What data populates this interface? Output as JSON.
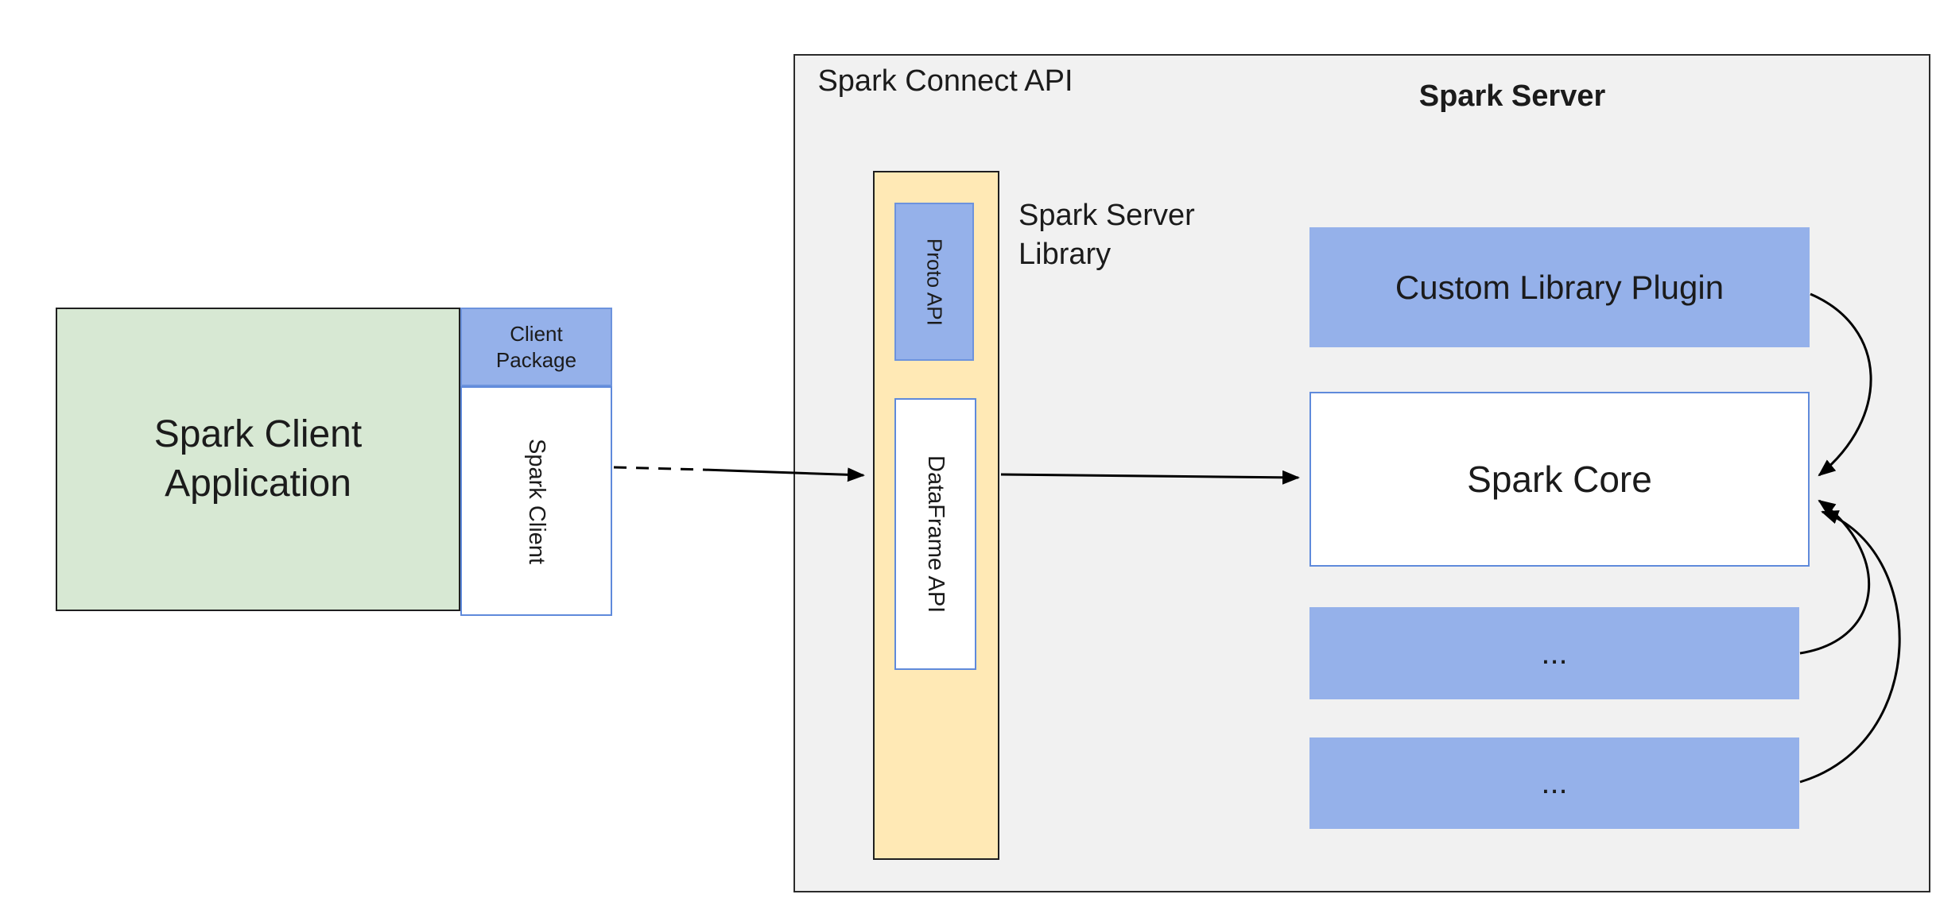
{
  "labels": {
    "client_app": "Spark Client Application",
    "client_package": "Client Package",
    "spark_client": "Spark Client",
    "spark_connect_api": "Spark Connect API",
    "spark_server": "Spark Server",
    "spark_server_library": "Spark Server Library",
    "proto_api": "Proto API",
    "dataframe_api": "DataFrame API",
    "custom_library_plugin": "Custom Library Plugin",
    "spark_core": "Spark Core",
    "ellipsis": "..."
  },
  "colors": {
    "green_fill": "#d7e8d3",
    "blue_fill": "#95b1ea",
    "yellow_fill": "#ffe9b5",
    "gray_fill": "#f1f1f1",
    "box_border_dark": "#1f1f1f",
    "box_border_blue": "#5f8adb",
    "arrow_color": "#000000",
    "text_color": "#1b1b1b"
  }
}
